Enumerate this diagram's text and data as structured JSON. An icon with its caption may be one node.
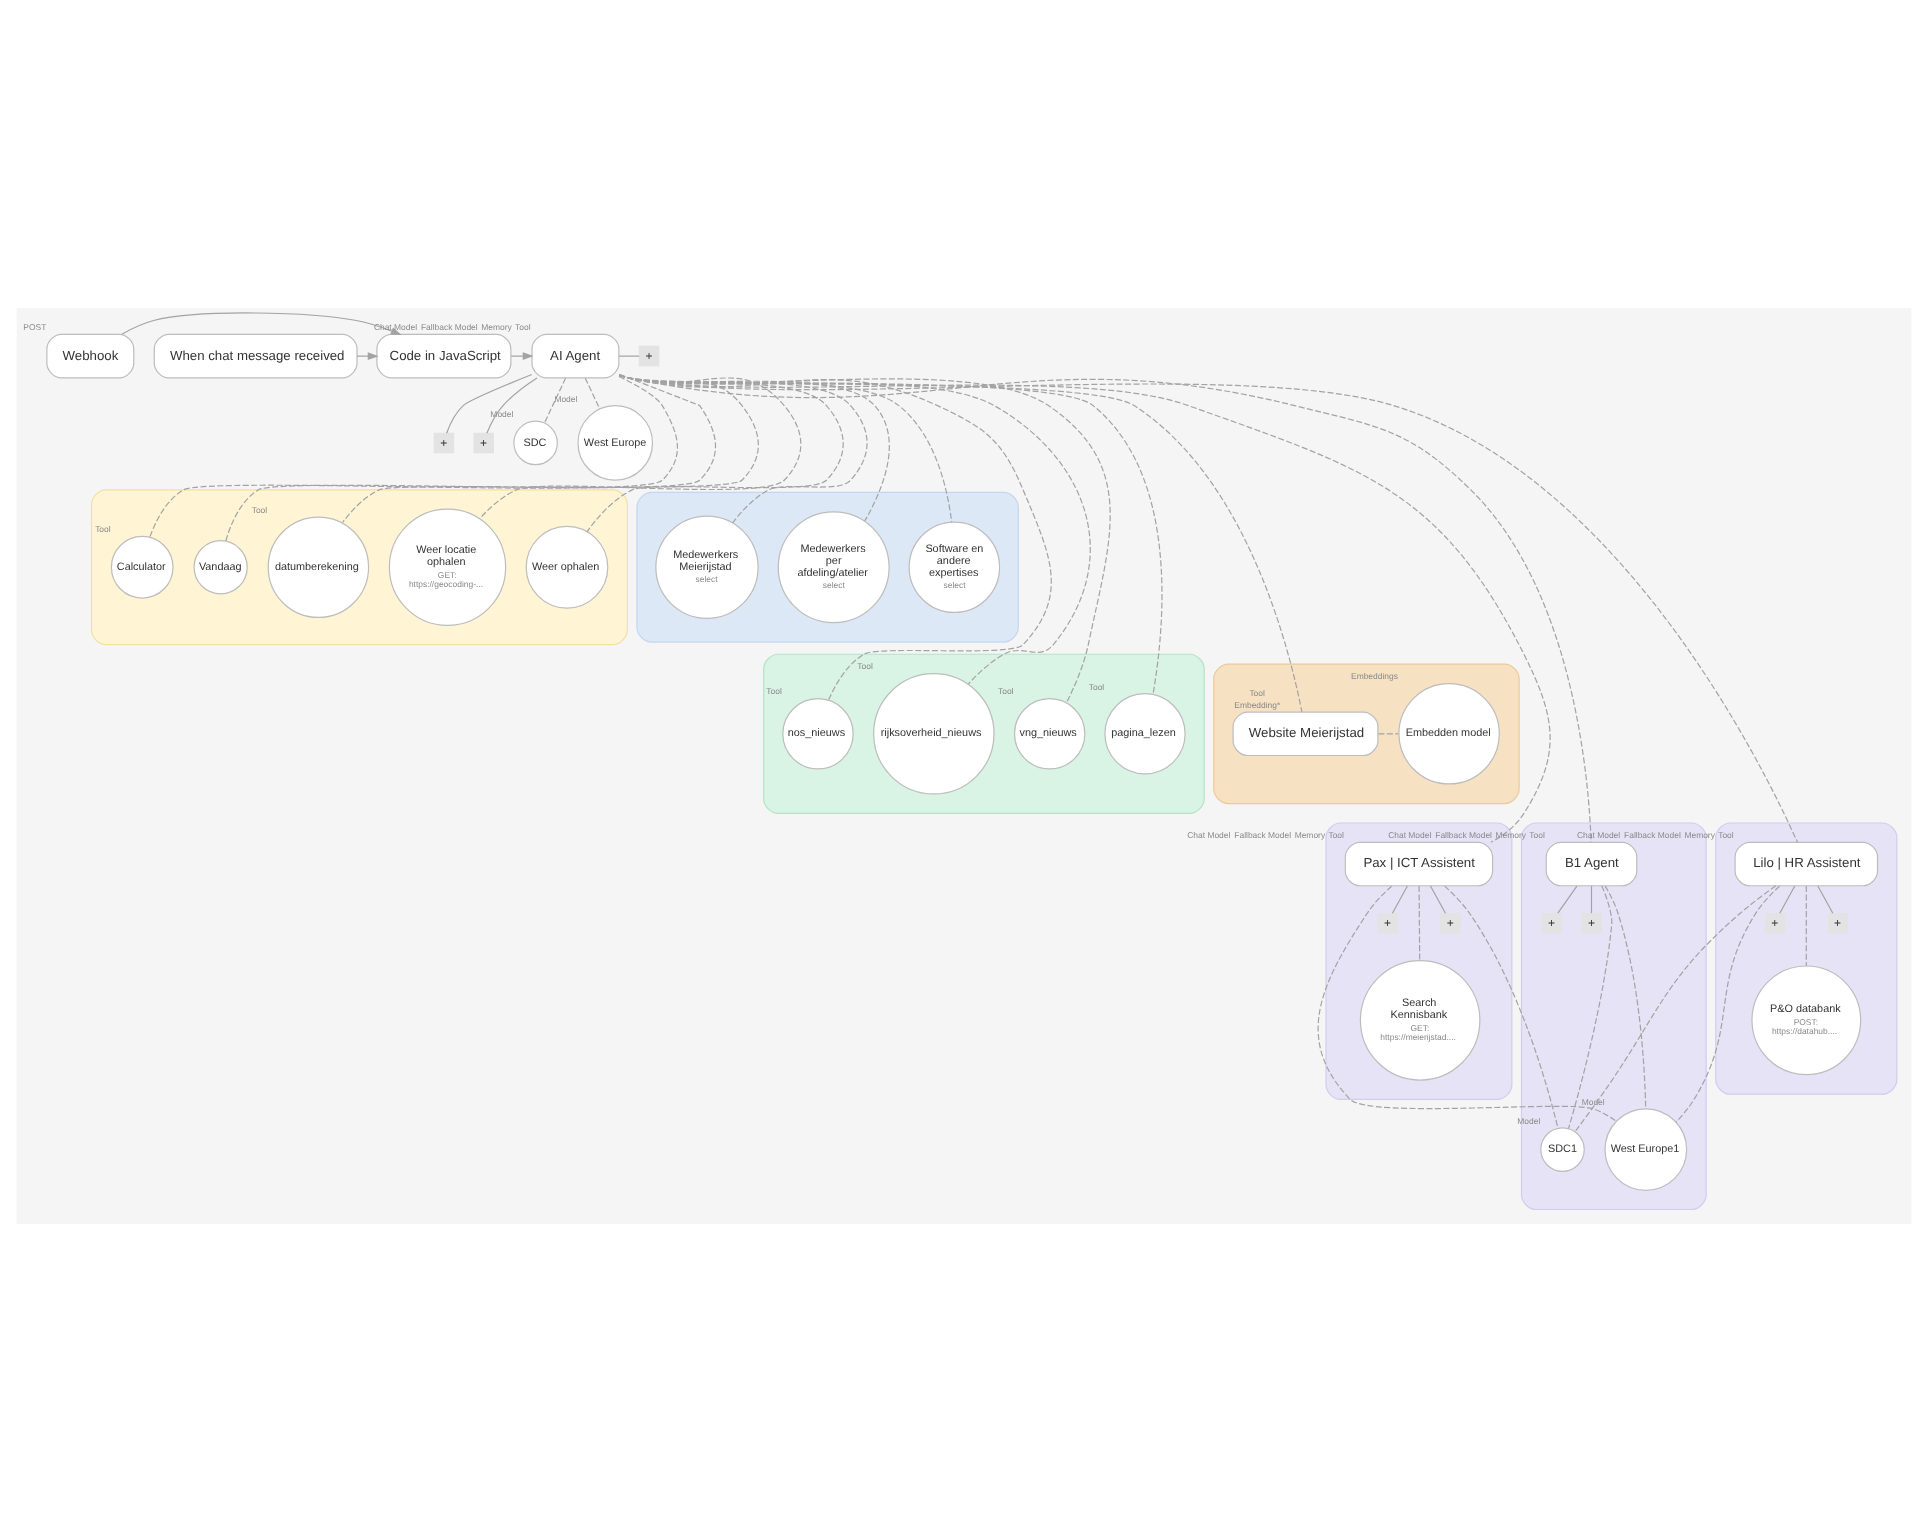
{
  "diagram": {
    "nodes": [
      {
        "text": [
          "Webhook"
        ],
        "beside": [
          "POST"
        ]
      },
      {
        "text": [
          "When chat message received"
        ]
      },
      {
        "text": [
          "Code in JavaScript"
        ]
      },
      {
        "text": [
          "AI Agent"
        ],
        "beside": [
          "Chat Model",
          "Fallback Model",
          "Memory",
          "Tool"
        ]
      },
      {
        "text": [
          "+"
        ]
      },
      {
        "text": [
          "+"
        ]
      },
      {
        "text": [
          "+"
        ]
      },
      {
        "text": [
          "SDC"
        ],
        "beside": [
          "Model"
        ]
      },
      {
        "text": [
          "West Europe"
        ],
        "beside": [
          "Model"
        ]
      },
      {
        "text": [],
        "shape": "box"
      },
      {
        "text": [
          "Calculator"
        ],
        "beside": [
          "Tool"
        ],
        "in": 9
      },
      {
        "text": [
          "Vandaag"
        ],
        "in": 9
      },
      {
        "text": [
          "datumberekening"
        ],
        "beside": [
          "Tool"
        ],
        "in": 9
      },
      {
        "text": [
          "Weer locatie ophalen",
          "GET: https://geocoding-..."
        ],
        "in": 9
      },
      {
        "text": [
          "Weer ophalen"
        ],
        "in": 9
      },
      {
        "text": [],
        "shape": "box"
      },
      {
        "text": [
          "Medewerkers Meierijstad",
          "select"
        ],
        "in": 15
      },
      {
        "text": [
          "Medewerkers per afdeling/atelier",
          "select"
        ],
        "in": 15
      },
      {
        "text": [
          "Software en andere expertises",
          "select"
        ],
        "in": 15
      },
      {
        "text": [],
        "shape": "box"
      },
      {
        "text": [
          "nos_nieuws"
        ],
        "beside": [
          "Tool"
        ],
        "in": 19
      },
      {
        "text": [
          "rijksoverheid_nieuws"
        ],
        "beside": [
          "Tool"
        ],
        "in": 19
      },
      {
        "text": [
          "vng_nieuws"
        ],
        "beside": [
          "Tool"
        ],
        "in": 19
      },
      {
        "text": [
          "pagina_lezen"
        ],
        "beside": [
          "Tool"
        ],
        "in": 19
      },
      {
        "text": [],
        "shape": "box"
      },
      {
        "text": [
          "Website Meierijstad"
        ],
        "beside": [
          "Tool",
          "Embedding*"
        ],
        "in": 24
      },
      {
        "text": [
          "Embedden model"
        ],
        "beside": [
          "Embeddings"
        ],
        "in": 24
      },
      {
        "text": [],
        "shape": "box"
      },
      {
        "text": [
          "Pax | ICT Assistent"
        ],
        "beside": [
          "Chat Model",
          "Fallback Model",
          "Memory",
          "Tool"
        ],
        "in": 27
      },
      {
        "text": [
          "+"
        ],
        "in": 27
      },
      {
        "text": [
          "+"
        ],
        "in": 27
      },
      {
        "text": [
          "Search Kennisbank",
          "GET: https://meierijstad...."
        ],
        "in": 27
      },
      {
        "text": [],
        "shape": "box"
      },
      {
        "text": [
          "B1 Agent"
        ],
        "beside": [
          "Chat Model",
          "Fallback Model",
          "Memory",
          "Tool"
        ],
        "in": 32
      },
      {
        "text": [
          "+"
        ],
        "in": 32
      },
      {
        "text": [
          "+"
        ],
        "in": 32
      },
      {
        "text": [
          "SDC1"
        ],
        "beside": [
          "Model"
        ],
        "in": 32
      },
      {
        "text": [
          "West Europe1"
        ],
        "beside": [
          "Model"
        ],
        "in": 32
      },
      {
        "text": [],
        "shape": "box"
      },
      {
        "text": [
          "Lilo | HR Assistent"
        ],
        "beside": [
          "Chat Model",
          "Fallback Model",
          "Memory",
          "Tool"
        ],
        "in": 38
      },
      {
        "text": [
          "+"
        ],
        "in": 38
      },
      {
        "text": [
          "+"
        ],
        "in": 38
      },
      {
        "text": [
          "P&O databank",
          "POST: https://datahub...."
        ],
        "in": 38
      }
    ],
    "edges": [
      {
        "from": 0,
        "to": 2,
        "arrow": "to"
      },
      {
        "from": 1,
        "to": 2,
        "arrow": "to"
      },
      {
        "from": 2,
        "to": 3,
        "arrow": "to"
      },
      {
        "from": 3,
        "to": 4,
        "arrow": "none"
      },
      {
        "from": 3,
        "to": 5,
        "arrow": "none"
      },
      {
        "from": 3,
        "to": 6,
        "arrow": "none"
      },
      {
        "from": 3,
        "to": 7,
        "arrow": "none",
        "style": "dashed"
      },
      {
        "from": 3,
        "to": 8,
        "arrow": "none",
        "style": "dashed"
      },
      {
        "from": 3,
        "to": 10,
        "arrow": "none",
        "style": "dashed"
      },
      {
        "from": 3,
        "to": 11,
        "arrow": "none",
        "style": "dashed"
      },
      {
        "from": 3,
        "to": 12,
        "arrow": "none",
        "style": "dashed"
      },
      {
        "from": 3,
        "to": 13,
        "arrow": "none",
        "style": "dashed"
      },
      {
        "from": 3,
        "to": 14,
        "arrow": "none",
        "style": "dashed"
      },
      {
        "from": 3,
        "to": 16,
        "arrow": "none",
        "style": "dashed"
      },
      {
        "from": 3,
        "to": 17,
        "arrow": "none",
        "style": "dashed"
      },
      {
        "from": 3,
        "to": 18,
        "arrow": "none",
        "style": "dashed"
      },
      {
        "from": 3,
        "to": 20,
        "arrow": "none",
        "style": "dashed"
      },
      {
        "from": 3,
        "to": 21,
        "arrow": "none",
        "style": "dashed"
      },
      {
        "from": 3,
        "to": 22,
        "arrow": "none",
        "style": "dashed"
      },
      {
        "from": 3,
        "to": 23,
        "arrow": "none",
        "style": "dashed"
      },
      {
        "from": 3,
        "to": 25,
        "arrow": "none",
        "style": "dashed"
      },
      {
        "from": 3,
        "to": 28,
        "arrow": "none",
        "style": "dashed"
      },
      {
        "from": 3,
        "to": 33,
        "arrow": "none",
        "style": "dashed"
      },
      {
        "from": 3,
        "to": 39,
        "arrow": "none",
        "style": "dashed"
      },
      {
        "from": 25,
        "to": 26,
        "arrow": "none",
        "style": "dashed"
      },
      {
        "from": 28,
        "to": 29,
        "arrow": "none"
      },
      {
        "from": 28,
        "to": 30,
        "arrow": "none"
      },
      {
        "from": 28,
        "to": 31,
        "arrow": "none",
        "style": "dashed"
      },
      {
        "from": 28,
        "to": 36,
        "arrow": "none",
        "style": "dashed"
      },
      {
        "from": 28,
        "to": 37,
        "arrow": "none",
        "style": "dashed"
      },
      {
        "from": 33,
        "to": 34,
        "arrow": "none"
      },
      {
        "from": 33,
        "to": 35,
        "arrow": "none"
      },
      {
        "from": 33,
        "to": 36,
        "arrow": "none",
        "style": "dashed"
      },
      {
        "from": 33,
        "to": 37,
        "arrow": "none",
        "style": "dashed"
      },
      {
        "from": 39,
        "to": 40,
        "arrow": "none"
      },
      {
        "from": 39,
        "to": 41,
        "arrow": "none"
      },
      {
        "from": 39,
        "to": 36,
        "arrow": "none",
        "style": "dashed"
      },
      {
        "from": 39,
        "to": 37,
        "arrow": "none",
        "style": "dashed"
      },
      {
        "from": 39,
        "to": 42,
        "arrow": "none",
        "style": "dashed"
      }
    ]
  }
}
